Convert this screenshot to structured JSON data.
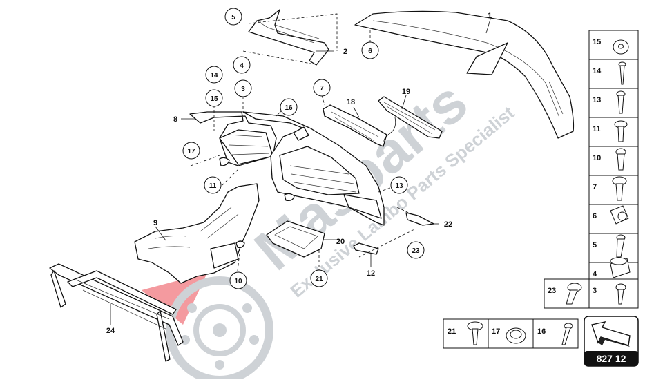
{
  "diagram_id": "827 12",
  "watermark": {
    "brand": "Masparts",
    "tagline": "Exclusive Lambo Parts Specialist"
  },
  "callouts": [
    "1",
    "2",
    "3",
    "4",
    "5",
    "6",
    "7",
    "8",
    "9",
    "10",
    "11",
    "12",
    "13",
    "14",
    "15",
    "16",
    "17",
    "18",
    "19",
    "20",
    "21",
    "22",
    "23",
    "24"
  ],
  "legend": [
    "15",
    "14",
    "13",
    "11",
    "10",
    "7",
    "6",
    "5",
    "4",
    "3",
    "23",
    "21",
    "17",
    "16"
  ],
  "colors": {
    "line": "#111111",
    "watermark": "#c9cdd2",
    "logo_red": "#e8323c",
    "badge_bg": "#111111"
  }
}
